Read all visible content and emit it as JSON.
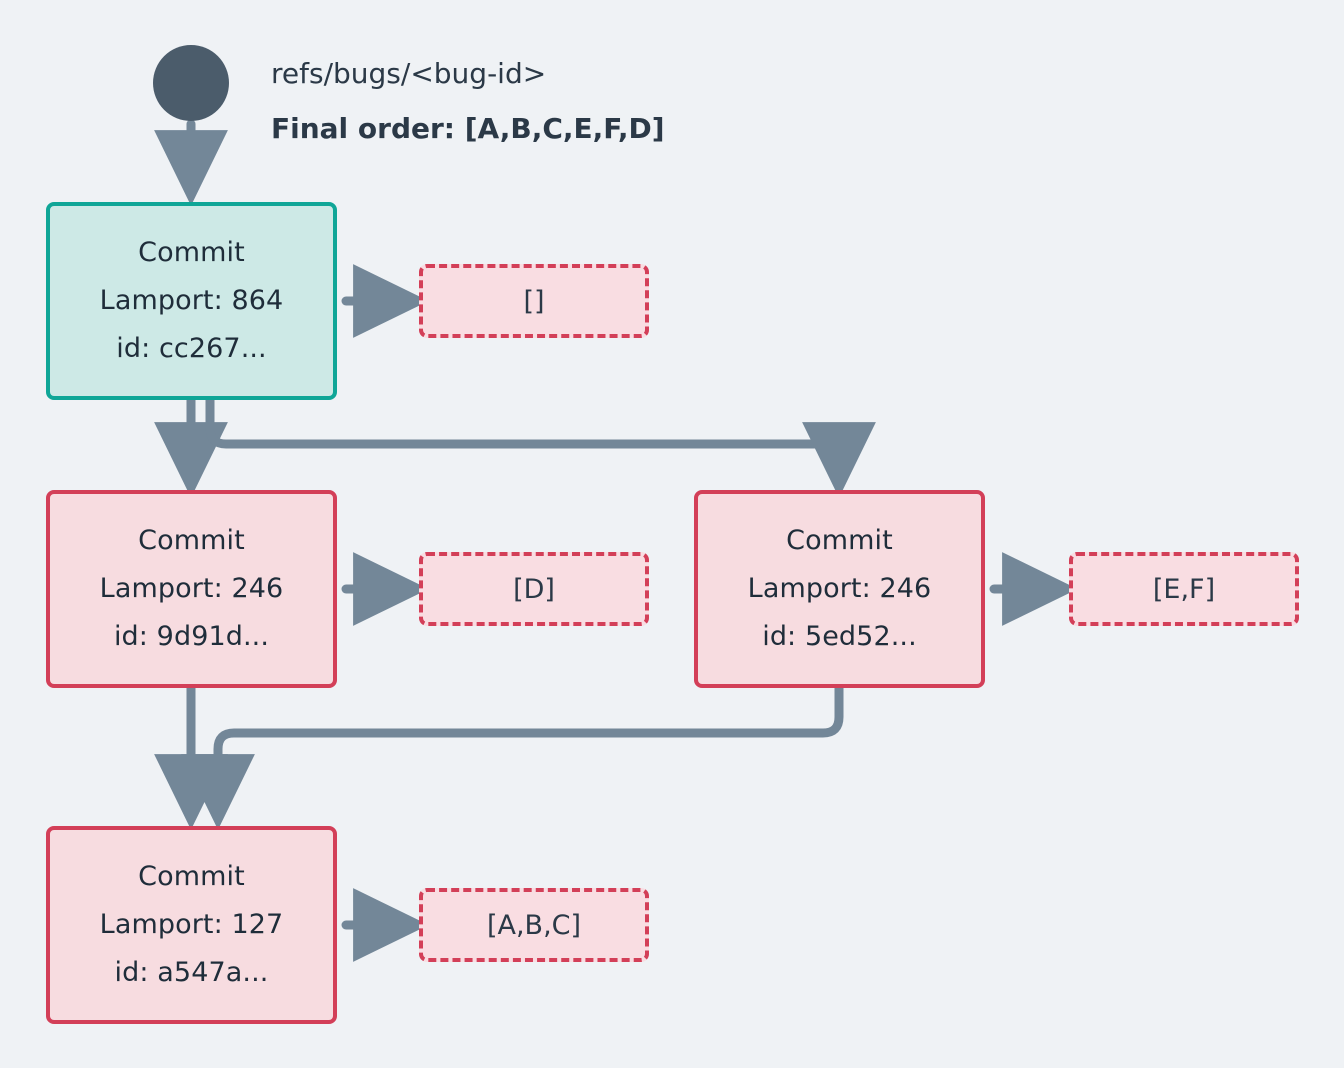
{
  "diagram": {
    "type": "commit-dag",
    "background_color": "#eff2f5",
    "ref": {
      "name": "refs/bugs/<bug-id>",
      "final_order": "Final order: [A,B,C,E,F,D]",
      "marker": "ref-head-circle"
    },
    "colors": {
      "start_fill": "#cde9e6",
      "start_border": "#0fa697",
      "pending_fill": "#f7dce0",
      "pending_border": "#d33f58",
      "ops_fill": "#f9dde2",
      "ops_border": "#d33f58",
      "edge": "#738798",
      "circle": "#4b5c6b",
      "text": "#2b3947"
    },
    "nodes": [
      {
        "id": "cc267",
        "title": "Commit",
        "lamport": "Lamport: 864",
        "hash": "id: cc267...",
        "state": "start"
      },
      {
        "id": "9d91d",
        "title": "Commit",
        "lamport": "Lamport: 246",
        "hash": "id: 9d91d...",
        "state": "pending"
      },
      {
        "id": "5ed52",
        "title": "Commit",
        "lamport": "Lamport: 246",
        "hash": "id: 5ed52...",
        "state": "pending"
      },
      {
        "id": "a547a",
        "title": "Commit",
        "lamport": "Lamport: 127",
        "hash": "id: a547a...",
        "state": "pending"
      }
    ],
    "operations": [
      {
        "for": "cc267",
        "label": "[]"
      },
      {
        "for": "9d91d",
        "label": "[D]"
      },
      {
        "for": "5ed52",
        "label": "[E,F]"
      },
      {
        "for": "a547a",
        "label": "[A,B,C]"
      }
    ]
  }
}
